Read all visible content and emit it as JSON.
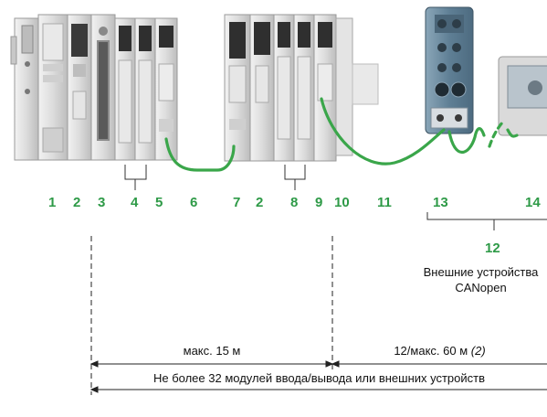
{
  "callouts": [
    "1",
    "2",
    "3",
    "4",
    "5",
    "6",
    "7",
    "2",
    "8",
    "9",
    "10",
    "11",
    "13",
    "14",
    "12"
  ],
  "external_devices": {
    "line1": "Внешние устройства",
    "line2": "CANopen"
  },
  "dims": {
    "seg1": "макс. 15 м",
    "seg2_main": "12/макс. 60 м",
    "seg2_note": "(2)",
    "total": "Не более 32 модулей ввода/вывода или внешних устройств"
  },
  "colors": {
    "accent_green": "#2e9a47",
    "cable_green": "#3aa64a",
    "module_gray": "#d9d9d9",
    "distributor_blue": "#6f8ea3"
  }
}
